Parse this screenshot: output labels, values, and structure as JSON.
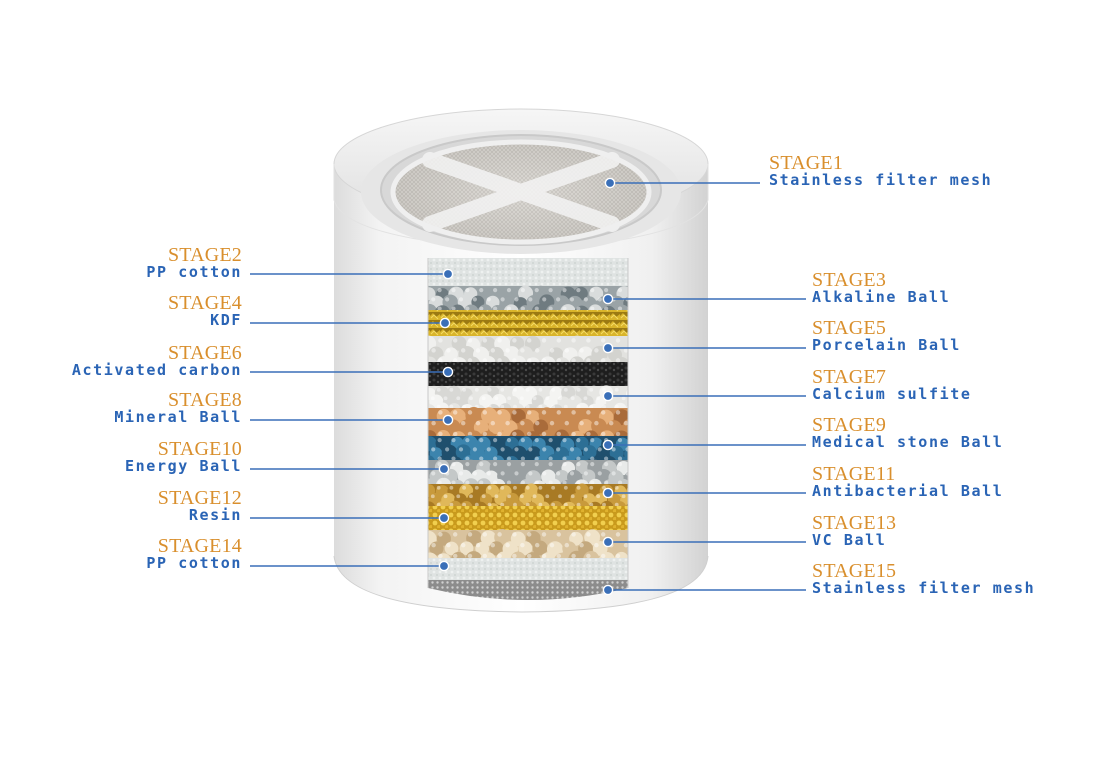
{
  "colors": {
    "title": "#d98f2d",
    "desc": "#2a64b5",
    "leader": "#3a6fb8"
  },
  "stages": [
    {
      "id": 1,
      "title": "STAGE1",
      "desc": "Stainless filter mesh",
      "side": "right"
    },
    {
      "id": 2,
      "title": "STAGE2",
      "desc": "PP cotton",
      "side": "left"
    },
    {
      "id": 3,
      "title": "STAGE3",
      "desc": "Alkaline Ball",
      "side": "right"
    },
    {
      "id": 4,
      "title": "STAGE4",
      "desc": "KDF",
      "side": "left"
    },
    {
      "id": 5,
      "title": "STAGE5",
      "desc": "Porcelain Ball",
      "side": "right"
    },
    {
      "id": 6,
      "title": "STAGE6",
      "desc": "Activated carbon",
      "side": "left"
    },
    {
      "id": 7,
      "title": "STAGE7",
      "desc": "Calcium sulfite",
      "side": "right"
    },
    {
      "id": 8,
      "title": "STAGE8",
      "desc": "Mineral Ball",
      "side": "left"
    },
    {
      "id": 9,
      "title": "STAGE9",
      "desc": "Medical stone Ball",
      "side": "right"
    },
    {
      "id": 10,
      "title": "STAGE10",
      "desc": "Energy Ball",
      "side": "left"
    },
    {
      "id": 11,
      "title": "STAGE11",
      "desc": "Antibacterial Ball",
      "side": "right"
    },
    {
      "id": 12,
      "title": "STAGE12",
      "desc": "Resin",
      "side": "left"
    },
    {
      "id": 13,
      "title": "STAGE13",
      "desc": "VC Ball",
      "side": "right"
    },
    {
      "id": 14,
      "title": "STAGE14",
      "desc": "PP cotton",
      "side": "left"
    },
    {
      "id": 15,
      "title": "STAGE15",
      "desc": "Stainless filter mesh",
      "side": "right"
    }
  ]
}
